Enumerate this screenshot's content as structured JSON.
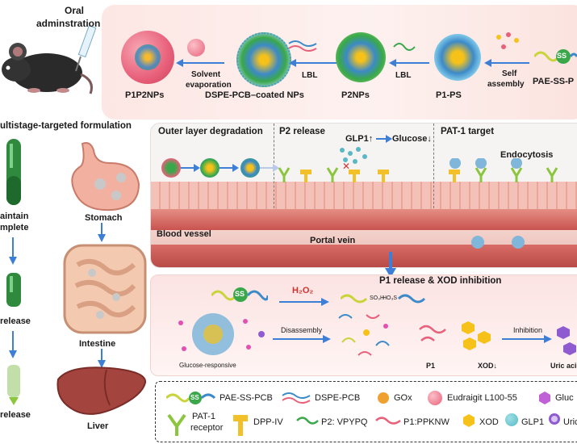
{
  "top": {
    "oral_line1": "Oral",
    "oral_line2": "adminstration",
    "p1p2nps": "P1P2NPs",
    "solvent_line1": "Solvent",
    "solvent_line2": "evaporation",
    "dspe_nps": "DSPE-PCB–coated NPs",
    "lbl1": "LBL",
    "p2nps": "P2NPs",
    "lbl2": "LBL",
    "p1ps": "P1-PS",
    "self_line1": "Self",
    "self_line2": "assembly",
    "pae": "PAE-SS-P",
    "ss": "SS"
  },
  "left": {
    "title": "ultistage-targeted formulation",
    "maintain_line1": "aintain",
    "maintain_line2": "mplete",
    "release1": "release",
    "release2": "release",
    "stomach": "Stomach",
    "intestine": "Intestine",
    "liver": "Liver"
  },
  "middle": {
    "outer": "Outer layer degradation",
    "p2release": "P2 release",
    "glp": "GLP1↑",
    "glucose": "Glucose↓",
    "pat1": "PAT-1 target",
    "endocytosis": "Endocytosis",
    "blood": "Blood vessel",
    "portal": "Portal vein"
  },
  "lower": {
    "title": "P1 release & XOD inhibition",
    "ss": "SS",
    "h2o2": "H₂O₂",
    "so3h": "SO₃H",
    "hos": "HO₃S",
    "disassembly": "Disassembly",
    "glucose_responsive": "Glucose-responsive",
    "p1": "P1",
    "xod": "XOD↓",
    "inhibition": "Inhibition",
    "uric": "Uric acid"
  },
  "legend": {
    "pae": "PAE-SS-PCB",
    "ss": "SS",
    "dspe": "DSPE-PCB",
    "gox": "GOx",
    "eudragit": "Eudraigit L100-55",
    "gluc": "Gluc",
    "pat1_line1": "PAT-1",
    "pat1_line2": "receptor",
    "dpp": "DPP-IV",
    "p2": "P2: VPYPQ",
    "p1": "P1:PPKNW",
    "xod": "XOD",
    "glp1": "GLP1",
    "uric": "Uric"
  },
  "colors": {
    "pink_np": "#e8607a",
    "green_np": "#3aa84a",
    "blue_np": "#3c8ac8",
    "arrow": "#3d7fd6",
    "receptor": "#8cc63f",
    "dpp": "#f2c029",
    "xod": "#f6c21a",
    "glp1": "#58b9c4",
    "uric": "#8e5bd0"
  }
}
